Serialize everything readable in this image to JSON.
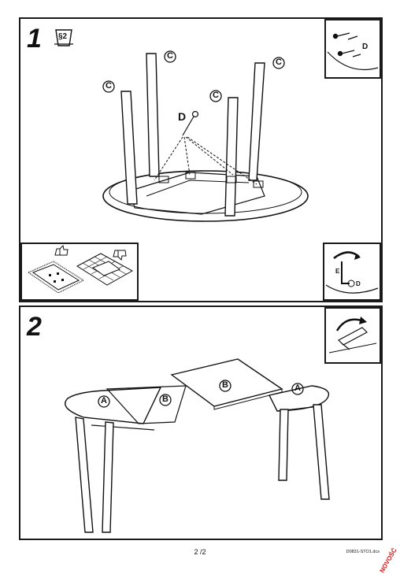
{
  "steps": [
    {
      "number": "1",
      "safety_badge": "§2",
      "part_labels": [
        "C",
        "C",
        "C",
        "C"
      ],
      "screw_label": "D",
      "inset_top_label": "D",
      "inset_bottom_labels": [
        "E",
        "D"
      ]
    },
    {
      "number": "2",
      "part_labels": [
        "A",
        "B",
        "B",
        "A"
      ]
    }
  ],
  "footer": {
    "page": "2 /2",
    "doc_code": "D0831-STO1.dcs",
    "brand": "NOVOŚĆ"
  }
}
